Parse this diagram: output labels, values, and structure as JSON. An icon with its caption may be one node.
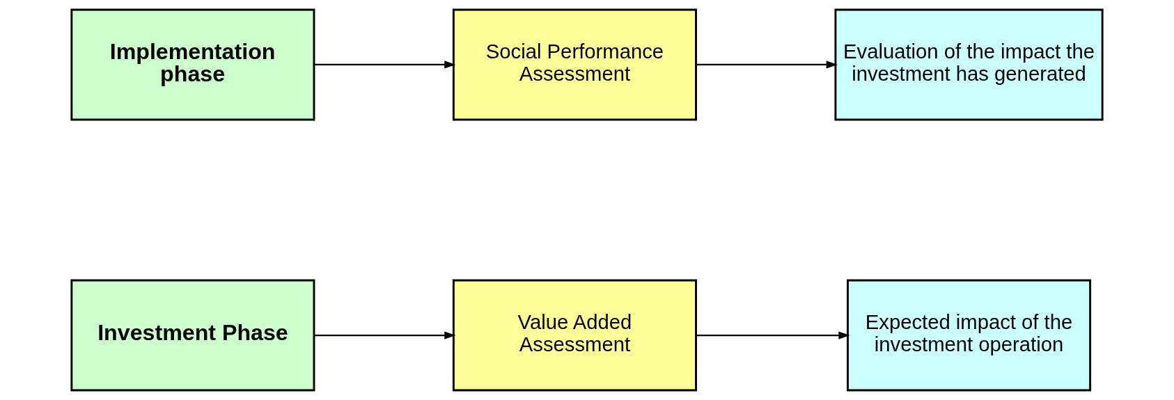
{
  "diagram": {
    "nodes": [
      {
        "text": [
          "Investment Phase"
        ]
      },
      {
        "text": [
          "Value Added Assessment"
        ]
      },
      {
        "text": [
          "Expected impact of the investment operation"
        ]
      },
      {
        "text": [
          "Implementation phase"
        ]
      },
      {
        "text": [
          "Social Performance Assessment"
        ]
      },
      {
        "text": [
          "Evaluation of the impact the investment has generated"
        ]
      }
    ],
    "edges": [
      {
        "from": 0,
        "to": 1,
        "arrow": "to"
      },
      {
        "from": 1,
        "to": 2,
        "arrow": "to"
      },
      {
        "from": 3,
        "to": 4,
        "arrow": "to"
      },
      {
        "from": 4,
        "to": 5,
        "arrow": "to"
      }
    ]
  }
}
